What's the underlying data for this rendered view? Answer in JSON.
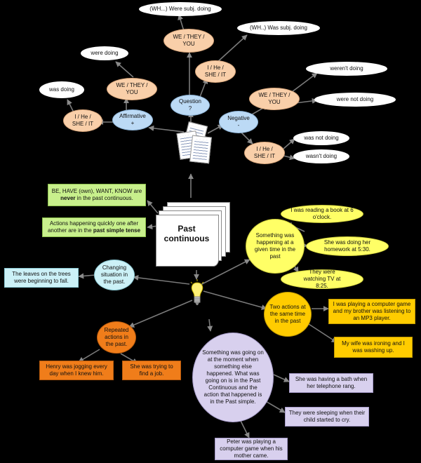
{
  "center": {
    "title": "Past continuous"
  },
  "question": {
    "label": "Question ?",
    "we_they_you": "WE / THEY / YOU",
    "i_he_she_it": "I / He / SHE / IT",
    "were_form": "(WH...) Were subj. doing",
    "was_form": "(WH..) Was subj. doing"
  },
  "affirmative": {
    "label": "Affirmative +",
    "we_they_you": "WE / THEY / YOU",
    "i_he_she_it": "I / He / SHE / IT",
    "were_form": "were doing",
    "was_form": "was doing"
  },
  "negative": {
    "label": "Negative -",
    "we_they_you": "WE / THEY / YOU",
    "i_he_she_it": "I / He / SHE / IT",
    "werent": "weren't doing",
    "were_not": "were not doing",
    "was_not": "was not doing",
    "wasnt": "wasn't doing"
  },
  "notes": {
    "stative_pre": "BE, HAVE (own), WANT, KNOW are ",
    "stative_bold": "never",
    "stative_post": " in the past continuous.",
    "quick_pre": "Actions happening quickly one after another are in the ",
    "quick_bold": "past simple tense"
  },
  "uses": {
    "given_time": {
      "label": "Something was happening at a given time in the past",
      "examples": [
        "I was reading a book at 6 o'clock.",
        "She was doing her homework at 5:30.",
        "They were watching TV at 8:25."
      ]
    },
    "two_actions": {
      "label": "Two actions at the same time in the past",
      "examples": [
        "I was playing a computer game and my brother was listening to an MP3 player.",
        "My wife was ironing and I was washing up."
      ]
    },
    "changing": {
      "label": "Changing situation in the past.",
      "example": "The leaves on the trees were beginning to fall."
    },
    "repeated": {
      "label": "Repeated actions in the past.",
      "examples": [
        "Henry was jogging every day when I knew him.",
        "She was trying to find a job."
      ]
    },
    "interrupted": {
      "label": "Something was going on at the moment when something else happened. What was going on is in the Past Continuous and the action that happened is in the Past simple.",
      "examples": [
        "She was having a bath when her telephone rang.",
        "They were sleeping when their child started to cry.",
        "Peter was playing a computer game when his mother came."
      ]
    }
  },
  "colors": {
    "background": "#000000",
    "edge": "#7a7a7a",
    "peach": "#f9cfa9",
    "blue": "#bcdaf5",
    "green": "#c8f08c",
    "yellow": "#ffff66",
    "gold": "#ffcc00",
    "orange": "#f07d1a",
    "lavender": "#d8d0ee",
    "cyan": "#ccf1f7"
  },
  "icons": [
    "document-stack-icon",
    "paper-stack-icon",
    "lightbulb-icon"
  ]
}
